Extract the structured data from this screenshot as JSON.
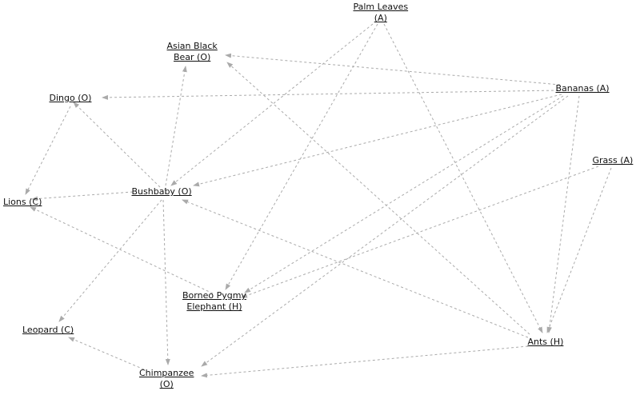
{
  "diagram": {
    "nodes": [
      {
        "id": "palm",
        "lines": [
          "Palm Leaves",
          "(A)"
        ]
      },
      {
        "id": "bear",
        "lines": [
          "Asian Black",
          "Bear (O)"
        ]
      },
      {
        "id": "bananas",
        "lines": [
          "Bananas (A)"
        ]
      },
      {
        "id": "dingo",
        "lines": [
          "Dingo (O)"
        ]
      },
      {
        "id": "grass",
        "lines": [
          "Grass (A)"
        ]
      },
      {
        "id": "bushbaby",
        "lines": [
          "Bushbaby (O)"
        ]
      },
      {
        "id": "lions",
        "lines": [
          "Lions (C)"
        ]
      },
      {
        "id": "elephant",
        "lines": [
          "Borneo Pygmy",
          "Elephant (H)"
        ]
      },
      {
        "id": "leopard",
        "lines": [
          "Leopard (C)"
        ]
      },
      {
        "id": "ants",
        "lines": [
          "Ants (H)"
        ]
      },
      {
        "id": "chimp",
        "lines": [
          "Chimpanzee",
          "(O)"
        ]
      }
    ],
    "edges": [
      [
        "palm",
        "bushbaby"
      ],
      [
        "palm",
        "elephant"
      ],
      [
        "palm",
        "ants"
      ],
      [
        "bananas",
        "bear"
      ],
      [
        "bananas",
        "dingo"
      ],
      [
        "bananas",
        "bushbaby"
      ],
      [
        "bananas",
        "elephant"
      ],
      [
        "bananas",
        "ants"
      ],
      [
        "bananas",
        "chimp"
      ],
      [
        "grass",
        "elephant"
      ],
      [
        "grass",
        "ants"
      ],
      [
        "bushbaby",
        "bear"
      ],
      [
        "bushbaby",
        "dingo"
      ],
      [
        "bushbaby",
        "lions"
      ],
      [
        "bushbaby",
        "leopard"
      ],
      [
        "bushbaby",
        "chimp"
      ],
      [
        "dingo",
        "lions"
      ],
      [
        "elephant",
        "lions"
      ],
      [
        "ants",
        "bear"
      ],
      [
        "ants",
        "bushbaby"
      ],
      [
        "ants",
        "chimp"
      ],
      [
        "chimp",
        "leopard"
      ]
    ],
    "edge_color": "#aaaaaa"
  }
}
